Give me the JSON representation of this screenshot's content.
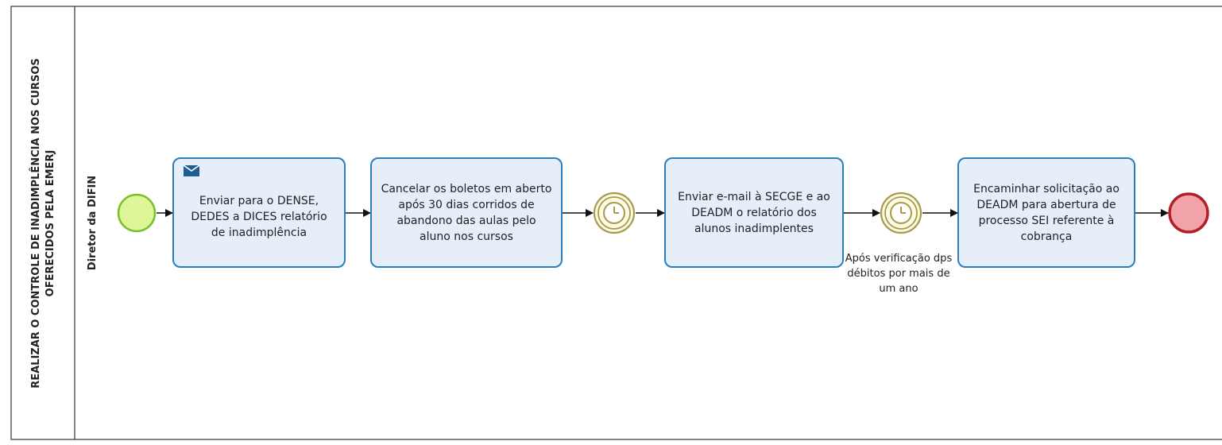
{
  "pool": {
    "title_line1": "REALIZAR O CONTROLE DE INADIMPLÊNCIA NOS CURSOS",
    "title_line2": "OFERECIDOS PELA EMERJ"
  },
  "lane": {
    "title": "Diretor da DIFIN"
  },
  "tasks": [
    {
      "label": "Enviar para o DENSE, DEDES a DICES relatório de inadimplência",
      "type": "send-task"
    },
    {
      "label": "Cancelar os boletos em aberto após 30 dias corridos de abandono das aulas pelo aluno nos cursos",
      "type": "task"
    },
    {
      "label": "Enviar e-mail à SECGE e ao DEADM o relatório dos alunos inadimplentes",
      "type": "task"
    },
    {
      "label": "Encaminhar solicitação ao DEADM para abertura de processo SEI  referente à cobrança",
      "type": "task"
    }
  ],
  "events": {
    "start": {
      "icon": "start-event-icon"
    },
    "timer1": {
      "icon": "timer-icon"
    },
    "timer2": {
      "icon": "timer-icon",
      "label": "Após verificação dps débitos por mais de um ano"
    },
    "end": {
      "icon": "end-event-icon"
    }
  },
  "colors": {
    "task_fill": "#e6eefa",
    "task_border": "#2a7fbd",
    "start_fill": "#dff59a",
    "start_stroke": "#7bbf2a",
    "end_fill": "#f1a3a8",
    "end_stroke": "#b0202a",
    "timer_stroke": "#a89a4a",
    "timer_fill": "#fdfbe6"
  }
}
